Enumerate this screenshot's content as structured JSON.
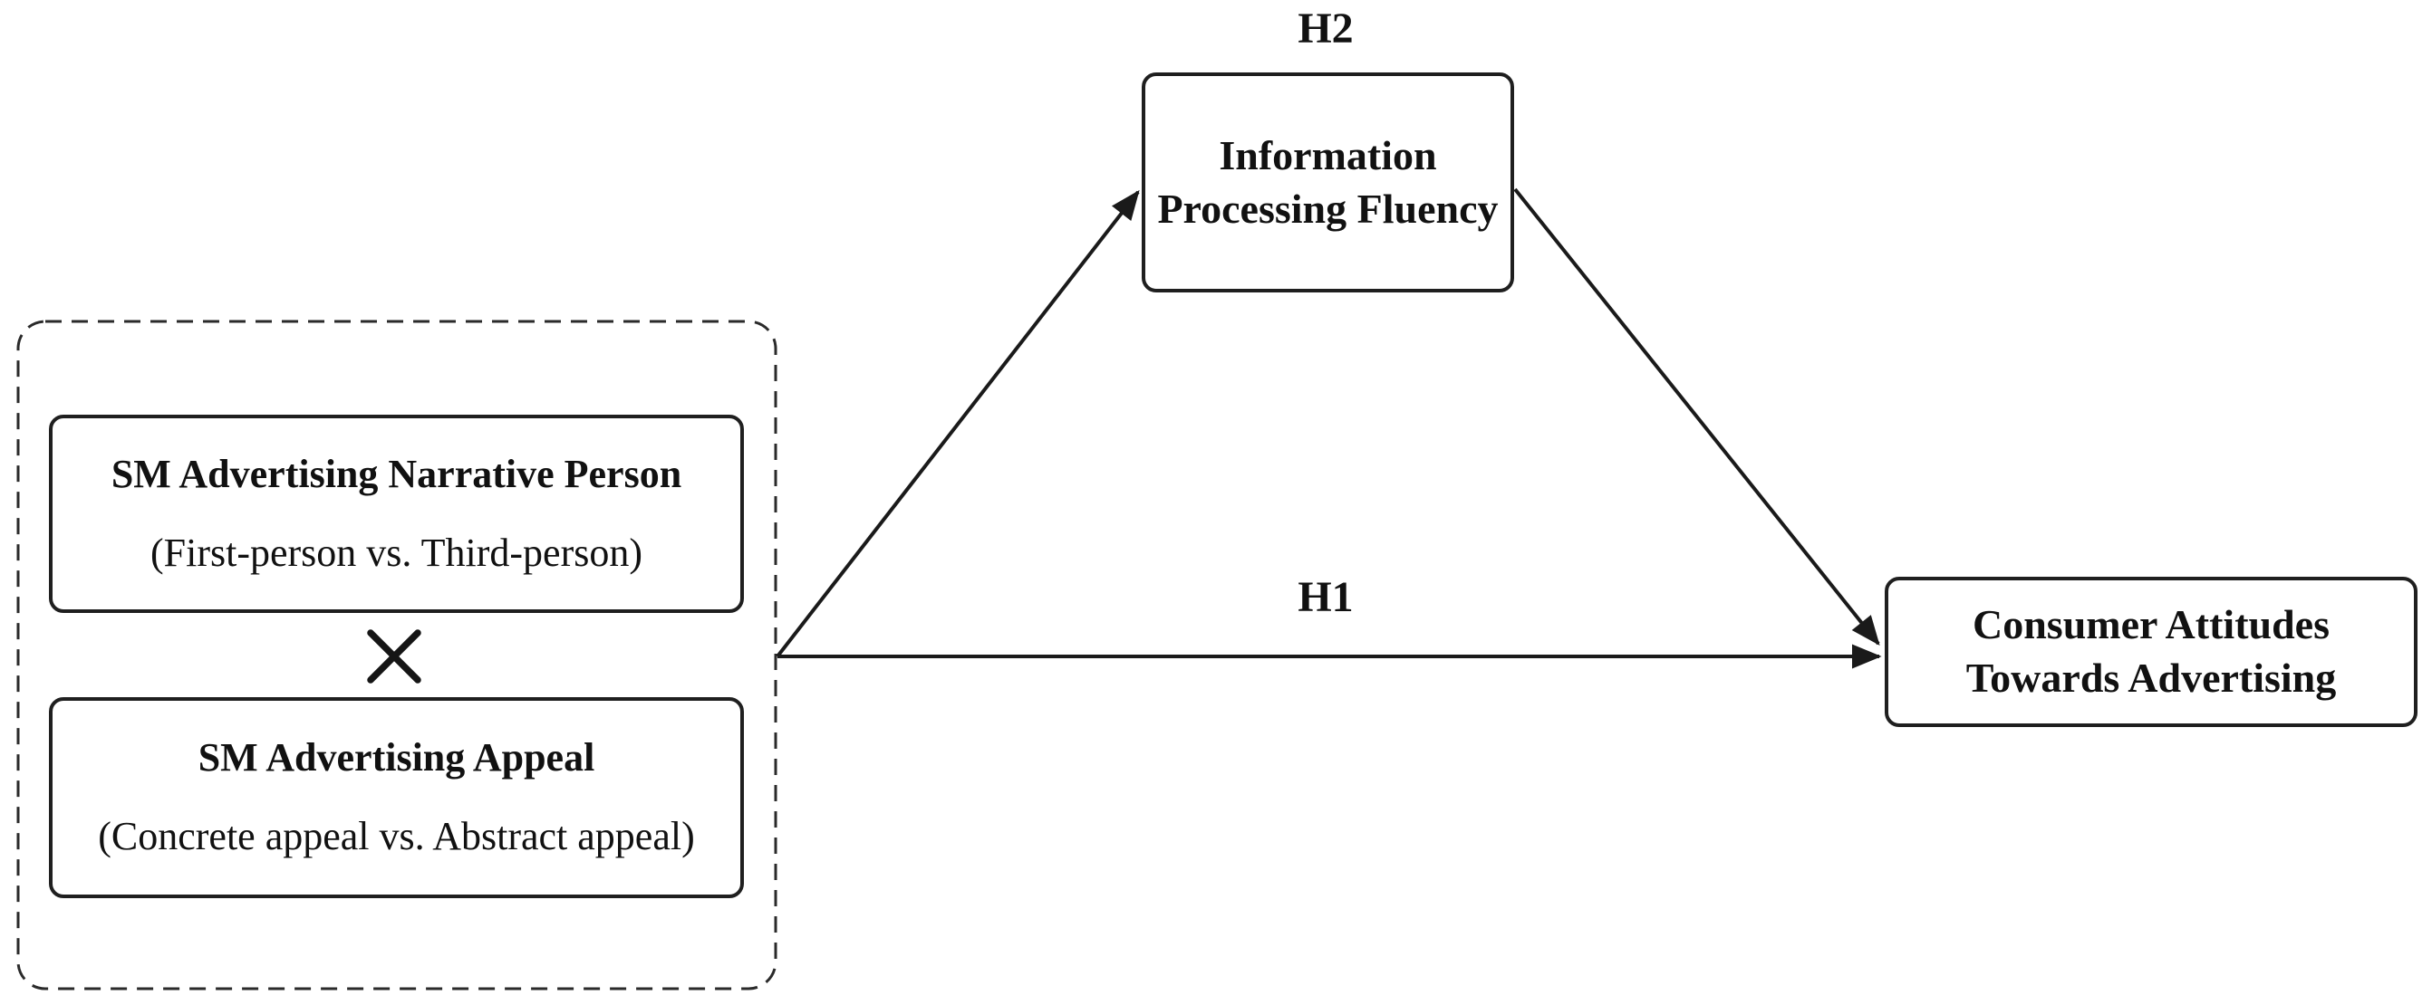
{
  "diagram": {
    "title_implicit": "Conceptual research model",
    "colors": {
      "background": "#ffffff",
      "stroke": "#1a1a1a",
      "text": "#111111"
    },
    "independent_variables_group": {
      "narrative_person": {
        "title": "SM Advertising Narrative Person",
        "levels": "(First-person vs. Third-person)"
      },
      "interaction_symbol": "×",
      "appeal": {
        "title": "SM Advertising Appeal",
        "levels": "(Concrete appeal vs. Abstract appeal)"
      }
    },
    "mediator": {
      "hypothesis_label": "H2",
      "name": "Information\nProcessing Fluency"
    },
    "dependent_variable": {
      "name": "Consumer Attitudes\nTowards Advertising"
    },
    "paths": {
      "direct_hypothesis_label": "H1"
    }
  }
}
